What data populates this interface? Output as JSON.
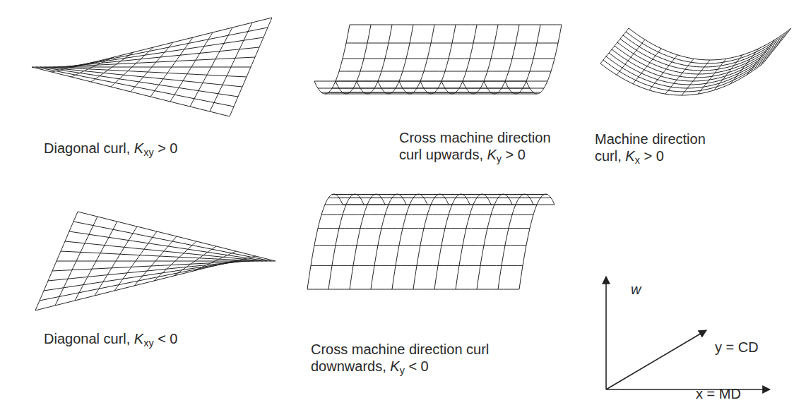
{
  "diagram": {
    "labels": [
      "Diagonal curl, Kxy > 0",
      "Cross machine direction curl upwards, Ky > 0",
      "Machine direction curl, Kx > 0",
      "Diagonal curl, Kxy < 0",
      "Cross machine direction curl downwards, Ky < 0",
      "w",
      "y = CD",
      "x = MD"
    ]
  }
}
